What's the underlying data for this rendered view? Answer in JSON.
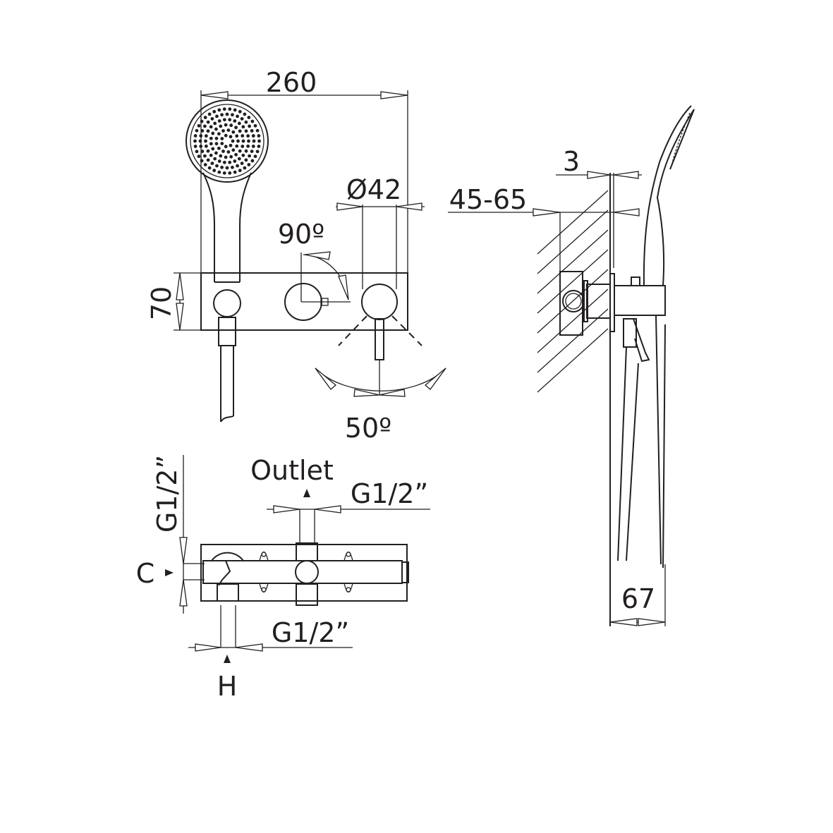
{
  "front_view": {
    "width_dim": "260",
    "height_dim": "70",
    "diameter_dim": "Ø42",
    "knob_rotation": "90º",
    "lever_rotation": "50º"
  },
  "side_view": {
    "plate_thickness": "3",
    "wall_depth_range": "45-65",
    "projection_dim": "67"
  },
  "plan_view": {
    "outlet_label": "Outlet",
    "outlet_thread": "G1/2”",
    "cold_thread": "G1/2”",
    "cold_label": "C",
    "hot_thread": "G1/2”",
    "hot_label": "H"
  },
  "colors": {
    "line": "#231f20",
    "background": "#ffffff"
  }
}
